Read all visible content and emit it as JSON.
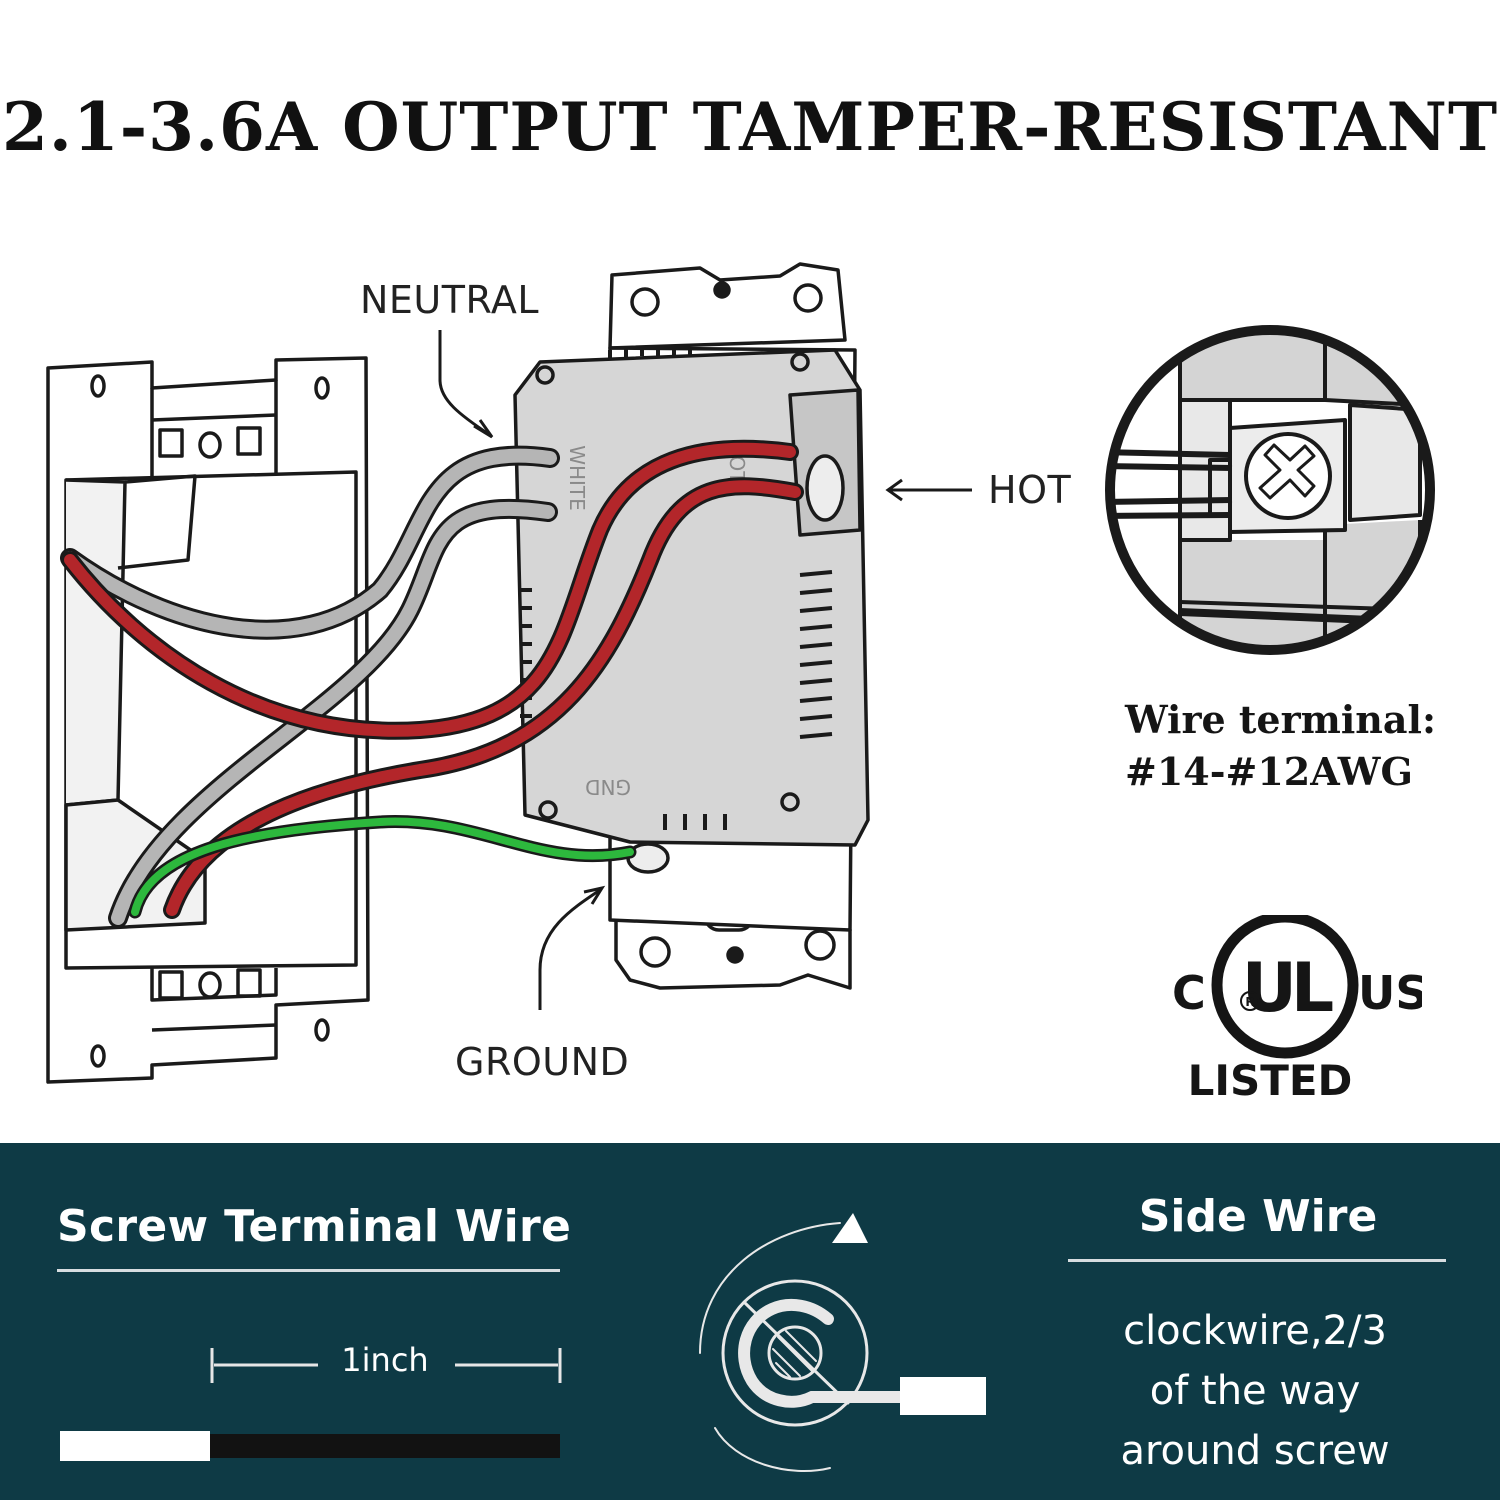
{
  "title": "2.1-3.6A OUTPUT TAMPER-RESISTANT",
  "labels": {
    "neutral": "NEUTRAL",
    "hot": "HOT",
    "ground": "GROUND",
    "receptacle_white": "WHITE",
    "receptacle_hot": "HOT",
    "receptacle_gnd": "GND"
  },
  "terminal": {
    "line1": "Wire terminal:",
    "line2": "#14-#12AWG"
  },
  "certification": {
    "left": "C",
    "center": "UL",
    "right": "US",
    "registered": "R",
    "listed": "LISTED"
  },
  "bottom_panel": {
    "screw_terminal_title": "Screw Terminal Wire",
    "strip_length": "1inch",
    "side_wire_title": "Side Wire",
    "side_wire_lines": [
      "clockwire,2/3",
      "of the way",
      "around screw"
    ]
  },
  "colors": {
    "neutral_wire": "#b5b5b5",
    "hot_wire": "#b3262a",
    "ground_wire": "#2db83d",
    "panel": "#0e3a45",
    "receptacle_body": "#d6d6d6"
  },
  "icons": [
    "electrical-box-icon",
    "receptacle-icon",
    "terminal-detail-icon",
    "ul-listed-icon",
    "clockwise-wrap-icon"
  ]
}
